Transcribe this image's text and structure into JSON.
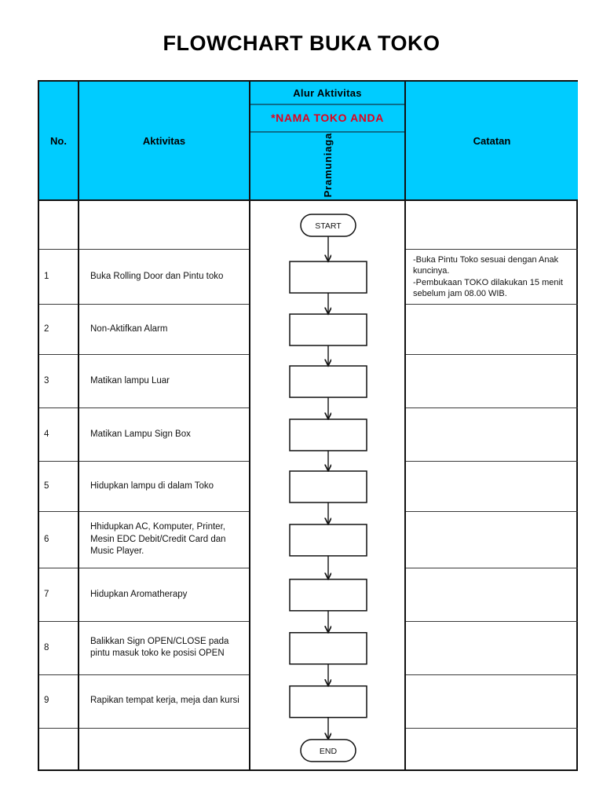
{
  "document": {
    "title": "FLOWCHART BUKA TOKO"
  },
  "table": {
    "headers": {
      "no": "No.",
      "activity": "Aktivitas",
      "flow_title": "Alur Aktivitas",
      "store_name": "*NAMA TOKO ANDA",
      "role": "Pramuniaga",
      "notes": "Catatan"
    },
    "colors": {
      "header_bg": "#00CCFF",
      "store_name_text": "#E4001B",
      "border": "#111111",
      "body_bg": "#FFFFFF"
    },
    "rows": [
      {
        "no": "",
        "activity": "",
        "note": ""
      },
      {
        "no": "1",
        "activity": "Buka Rolling Door dan Pintu toko",
        "note": "-Buka Pintu Toko sesuai dengan Anak kuncinya.\n-Pembukaan TOKO dilakukan 15 menit sebelum jam 08.00 WIB."
      },
      {
        "no": "2",
        "activity": "Non-Aktifkan Alarm",
        "note": ""
      },
      {
        "no": "3",
        "activity": "Matikan lampu Luar",
        "note": ""
      },
      {
        "no": "4",
        "activity": "Matikan Lampu Sign Box",
        "note": ""
      },
      {
        "no": "5",
        "activity": "Hidupkan lampu di dalam Toko",
        "note": ""
      },
      {
        "no": "6",
        "activity": "Hhidupkan AC, Komputer, Printer, Mesin EDC Debit/Credit Card dan Music Player.",
        "note": ""
      },
      {
        "no": "7",
        "activity": "Hidupkan Aromatherapy",
        "note": ""
      },
      {
        "no": "8",
        "activity": "Balikkan Sign OPEN/CLOSE pada pintu masuk toko ke posisi OPEN",
        "note": ""
      },
      {
        "no": "9",
        "activity": "Rapikan tempat kerja, meja dan kursi",
        "note": ""
      },
      {
        "no": "",
        "activity": "",
        "note": ""
      }
    ]
  },
  "flowchart": {
    "start_label": "START",
    "end_label": "END",
    "process_count": 9,
    "process_labels": [
      "",
      "",
      "",
      "",
      "",
      "",
      "",
      "",
      ""
    ]
  }
}
